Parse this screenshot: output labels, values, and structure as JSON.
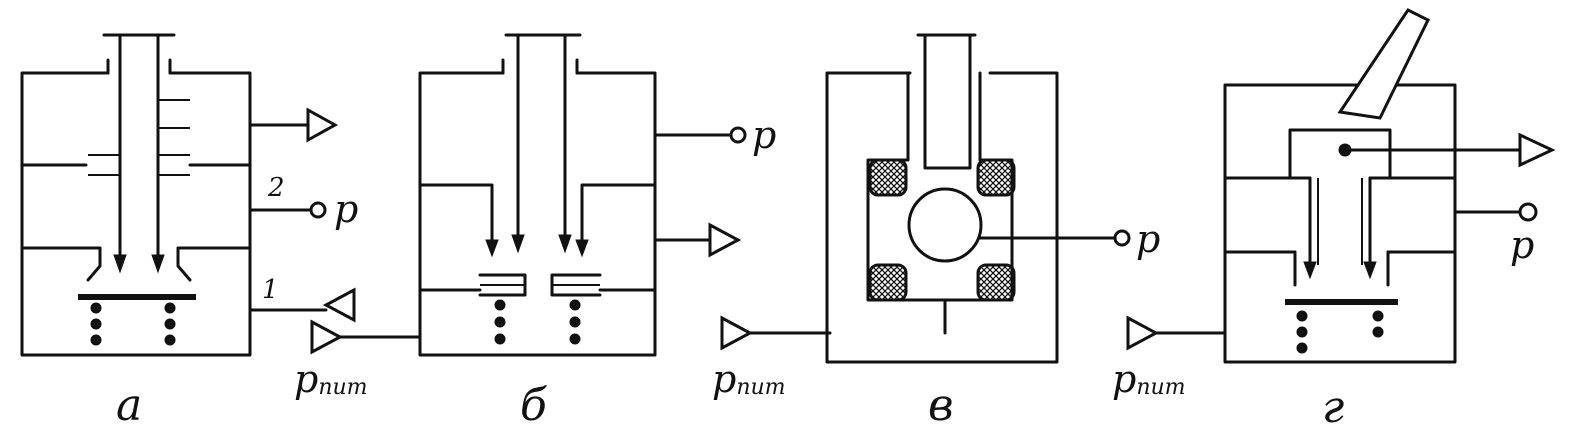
{
  "diagrams": [
    {
      "caption": "а"
    },
    {
      "caption": "б"
    },
    {
      "caption": "в"
    },
    {
      "caption": "г"
    }
  ],
  "labels": {
    "pressure": "p",
    "supply_main": "p",
    "supply_sub": "пит",
    "port_1": "1",
    "port_2": "2"
  }
}
